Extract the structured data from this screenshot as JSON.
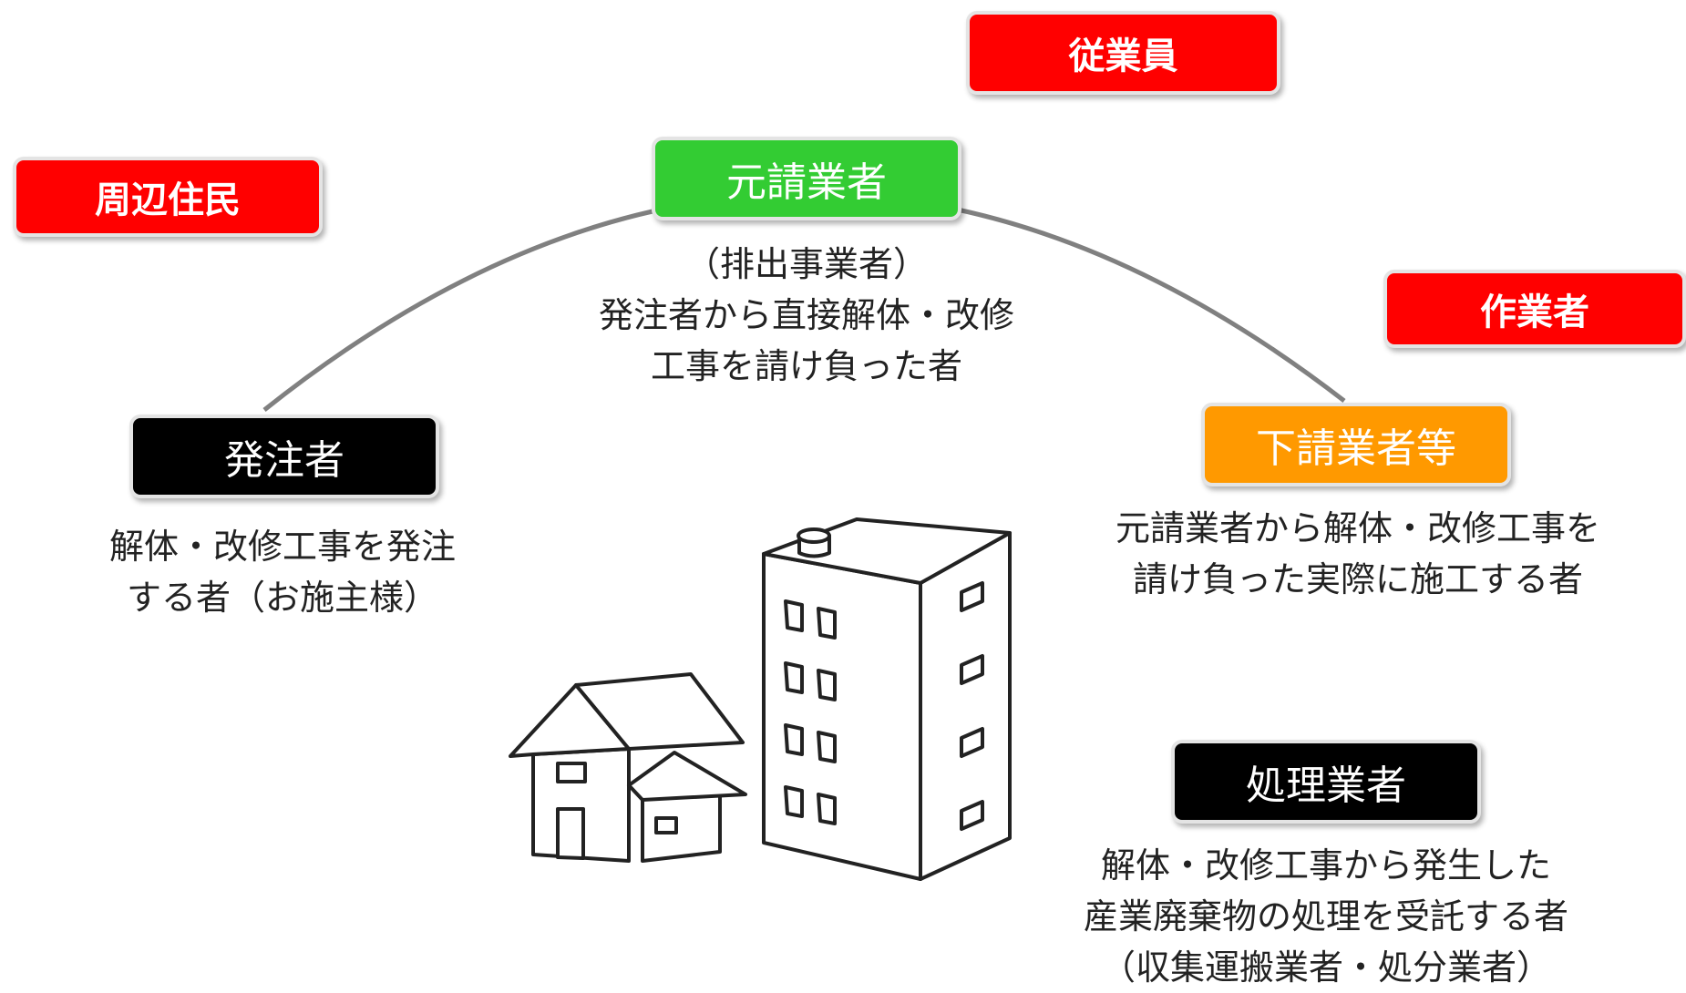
{
  "badges": {
    "employees": "従業員",
    "residents": "周辺住民",
    "workers": "作業者"
  },
  "roles": {
    "prime": {
      "label": "元請業者",
      "lines": [
        "（排出事業者）",
        "発注者から直接解体・改修",
        "工事を請け負った者"
      ]
    },
    "client": {
      "label": "発注者",
      "lines": [
        "解体・改修工事を発注",
        "する者（お施主様）"
      ]
    },
    "sub": {
      "label": "下請業者等",
      "lines": [
        "元請業者から解体・改修工事を",
        "請け負った実際に施工する者"
      ]
    },
    "disposal": {
      "label": "処理業者",
      "lines": [
        "解体・改修工事から発生した",
        "産業廃棄物の処理を受託する者",
        "（収集運搬業者・処分業者）"
      ]
    }
  },
  "colors": {
    "badge_red": "#ff0000",
    "prime_green": "#33cc33",
    "sub_orange": "#ff9900",
    "client_black": "#000000",
    "disposal_black": "#000000",
    "arc_gray": "#808080"
  },
  "icons": {
    "illustration": "house-and-building-icon"
  }
}
